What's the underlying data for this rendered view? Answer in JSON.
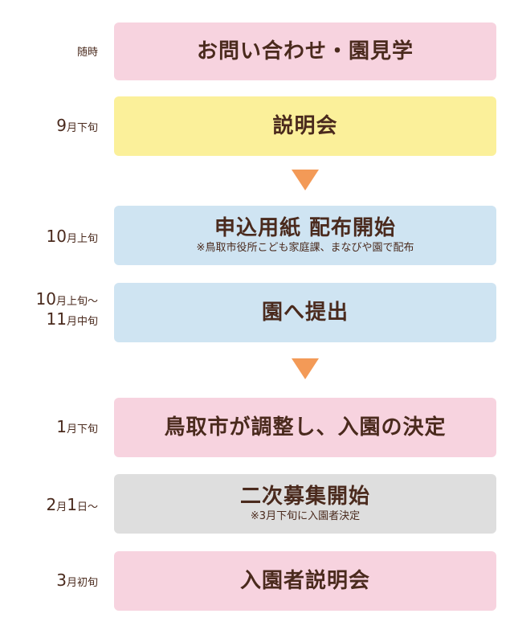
{
  "steps": [
    {
      "label_parts": [
        {
          "text": "随時",
          "size": "lone"
        }
      ],
      "title": "お問い合わせ・園見学",
      "note": "",
      "color": "#f7d3df"
    },
    {
      "label_parts": [
        {
          "text": "9",
          "size": "big"
        },
        {
          "text": "月下旬",
          "size": "small"
        }
      ],
      "title": "説明会",
      "note": "",
      "color": "#fbf09a"
    },
    {
      "label_parts": [
        {
          "text": "10",
          "size": "big"
        },
        {
          "text": "月上旬",
          "size": "small"
        }
      ],
      "title": "申込用紙 配布開始",
      "note": "※鳥取市役所こども家庭課、まなびや園で配布",
      "color": "#cfe4f2"
    },
    {
      "label_line1": [
        {
          "text": "10",
          "size": "big"
        },
        {
          "text": "月上旬～",
          "size": "small"
        }
      ],
      "label_line2": [
        {
          "text": "11",
          "size": "big"
        },
        {
          "text": "月中旬",
          "size": "small"
        }
      ],
      "title": "園へ提出",
      "note": "",
      "color": "#cfe4f2"
    },
    {
      "label_parts": [
        {
          "text": "1",
          "size": "big"
        },
        {
          "text": "月下旬",
          "size": "small"
        }
      ],
      "title": "鳥取市が調整し、入園の決定",
      "note": "",
      "color": "#f7d3df"
    },
    {
      "label_parts": [
        {
          "text": "2",
          "size": "big"
        },
        {
          "text": "月",
          "size": "small"
        },
        {
          "text": "1",
          "size": "big"
        },
        {
          "text": "日～",
          "size": "small"
        }
      ],
      "title": "二次募集開始",
      "note": "※3月下旬に入園者決定",
      "color": "#dedede"
    },
    {
      "label_parts": [
        {
          "text": "3",
          "size": "big"
        },
        {
          "text": "月初旬",
          "size": "small"
        }
      ],
      "title": "入園者説明会",
      "note": "",
      "color": "#f7d3df"
    }
  ],
  "arrow_color": "#f39a57"
}
